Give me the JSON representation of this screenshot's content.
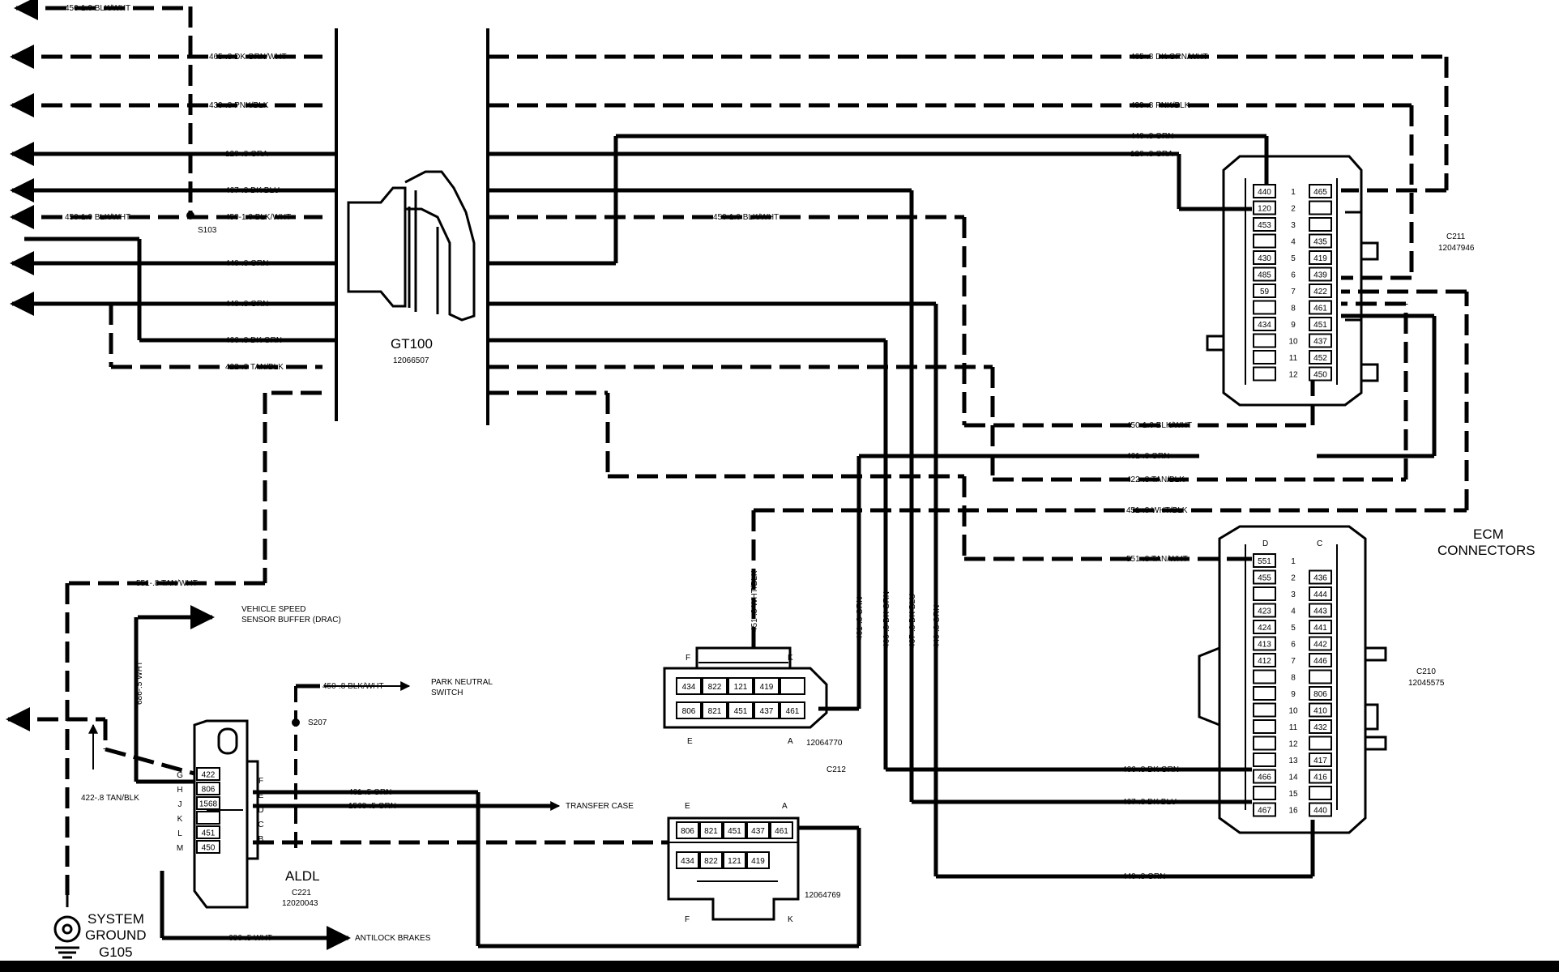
{
  "wires": {
    "w450_top": "450-1.0 BLK/WHT",
    "w465": "465-.8 DK GRN/WHT",
    "w439": "439-.8 PNK/BLK",
    "w120": "120-.8 GRA",
    "w467": "467-.8 DK BLU",
    "w450_left": "450-1.0 BLK/WHT",
    "w450_mid": "450-1.0 BLK/WHT",
    "w440_a": "440-.8 ORN",
    "w440_b": "440-.8 ORN",
    "w466": "466-.8 DK GRN",
    "w422": "422-.8 TAN/BLK",
    "r465": "465-.8 DK GRN/WHT",
    "r439": "439-.8 PNK/BLK",
    "r440": "440-.8 ORN",
    "r120": "120-.8 GRA",
    "r450_center": "450-1.0 BLK/WHT",
    "r450_low": "450-1.0 BLK/WHT",
    "r461": "461-.8 ORN",
    "r422": "422-.8 TAN/BLK",
    "r451": "451-.8 WHT/BLK",
    "r551": "551-.8 TAN/WHT",
    "r466": "466-.8 DK GRN",
    "r467": "467-.8 DK BLU",
    "r440_bottom": "440-.8 ORN",
    "v451": "451-.8 WHT/BLK",
    "v461": "461-.8 ORN",
    "v466": "466-.8 DK GRN",
    "v467": "467-.8 DK BLU",
    "v440": "440-.8 ORN",
    "w551_aldl": "551-.8 TAN/WHT",
    "w686": "686-.5 WHT",
    "w450_park": "450-.8 BLK/WHT",
    "w461_aldl": "461-.5 ORN",
    "w1568": "1568-.5 ORN",
    "w422_aldl": "422-.8 TAN/BLK",
    "w686_bottom": "686-.5 WHT"
  },
  "labels": {
    "s103": "S103",
    "s207": "S207",
    "gt100": "GT100",
    "gt100_pn": "12066507",
    "c211": "C211",
    "c211_pn": "12047946",
    "c210": "C210",
    "c210_pn": "12045575",
    "ecm_1": "ECM",
    "ecm_2": "CONNECTORS",
    "vss_1": "VEHICLE SPEED",
    "vss_2": "SENSOR BUFFER (DRAC)",
    "pn_1": "PARK NEUTRAL",
    "pn_2": "SWITCH",
    "transfer": "TRANSFER CASE",
    "antilock": "ANTILOCK BRAKES",
    "aldl": "ALDL",
    "c221": "C221",
    "c221_pn": "12020043",
    "c212": "C212",
    "c212_pn_a": "12064770",
    "c212_pn_b": "12064769",
    "ground_1": "SYSTEM",
    "ground_2": "GROUND",
    "ground_3": "G105"
  },
  "c211_left": [
    "440",
    "120",
    "453",
    "",
    "430",
    "485",
    "59",
    "",
    "434",
    "",
    "",
    ""
  ],
  "c211_right": [
    "465",
    "",
    "",
    "435",
    "419",
    "439",
    "422",
    "461",
    "451",
    "437",
    "452",
    "450"
  ],
  "c211_nums": [
    "1",
    "2",
    "3",
    "4",
    "5",
    "6",
    "7",
    "8",
    "9",
    "10",
    "11",
    "12"
  ],
  "c210_head": {
    "d": "D",
    "c": "C"
  },
  "c210_left": [
    "551",
    "455",
    "",
    "423",
    "424",
    "413",
    "412",
    "",
    "",
    "",
    "",
    "",
    "",
    "466",
    "",
    "467"
  ],
  "c210_right": [
    "436",
    "444",
    "443",
    "441",
    "442",
    "446",
    "",
    "806",
    "410",
    "432",
    "",
    "417",
    "416",
    "",
    "440"
  ],
  "c210_nums": [
    "1",
    "2",
    "3",
    "4",
    "5",
    "6",
    "7",
    "8",
    "9",
    "10",
    "11",
    "12",
    "13",
    "14",
    "15",
    "16"
  ],
  "c212a": {
    "top": [
      "434",
      "822",
      "121",
      "419",
      ""
    ],
    "bottom": [
      "806",
      "821",
      "451",
      "437",
      "461"
    ],
    "letters": {
      "tl": "F",
      "tr": "K",
      "bl": "E",
      "br": "A"
    }
  },
  "c212b": {
    "top": [
      "806",
      "821",
      "451",
      "437",
      "461"
    ],
    "bottom": [
      "434",
      "822",
      "121",
      "419"
    ],
    "letters": {
      "tl": "E",
      "tr": "A",
      "bl": "F",
      "br": "K"
    }
  },
  "aldl": {
    "letters": [
      "G",
      "H",
      "J",
      "K",
      "L",
      "M"
    ],
    "pins": [
      "422",
      "806",
      "1568",
      "",
      "451",
      "450"
    ],
    "right_letters": [
      "F",
      "E",
      "D",
      "C",
      "B"
    ]
  },
  "colors": {
    "ink": "#000000",
    "paper": "#ffffff"
  }
}
